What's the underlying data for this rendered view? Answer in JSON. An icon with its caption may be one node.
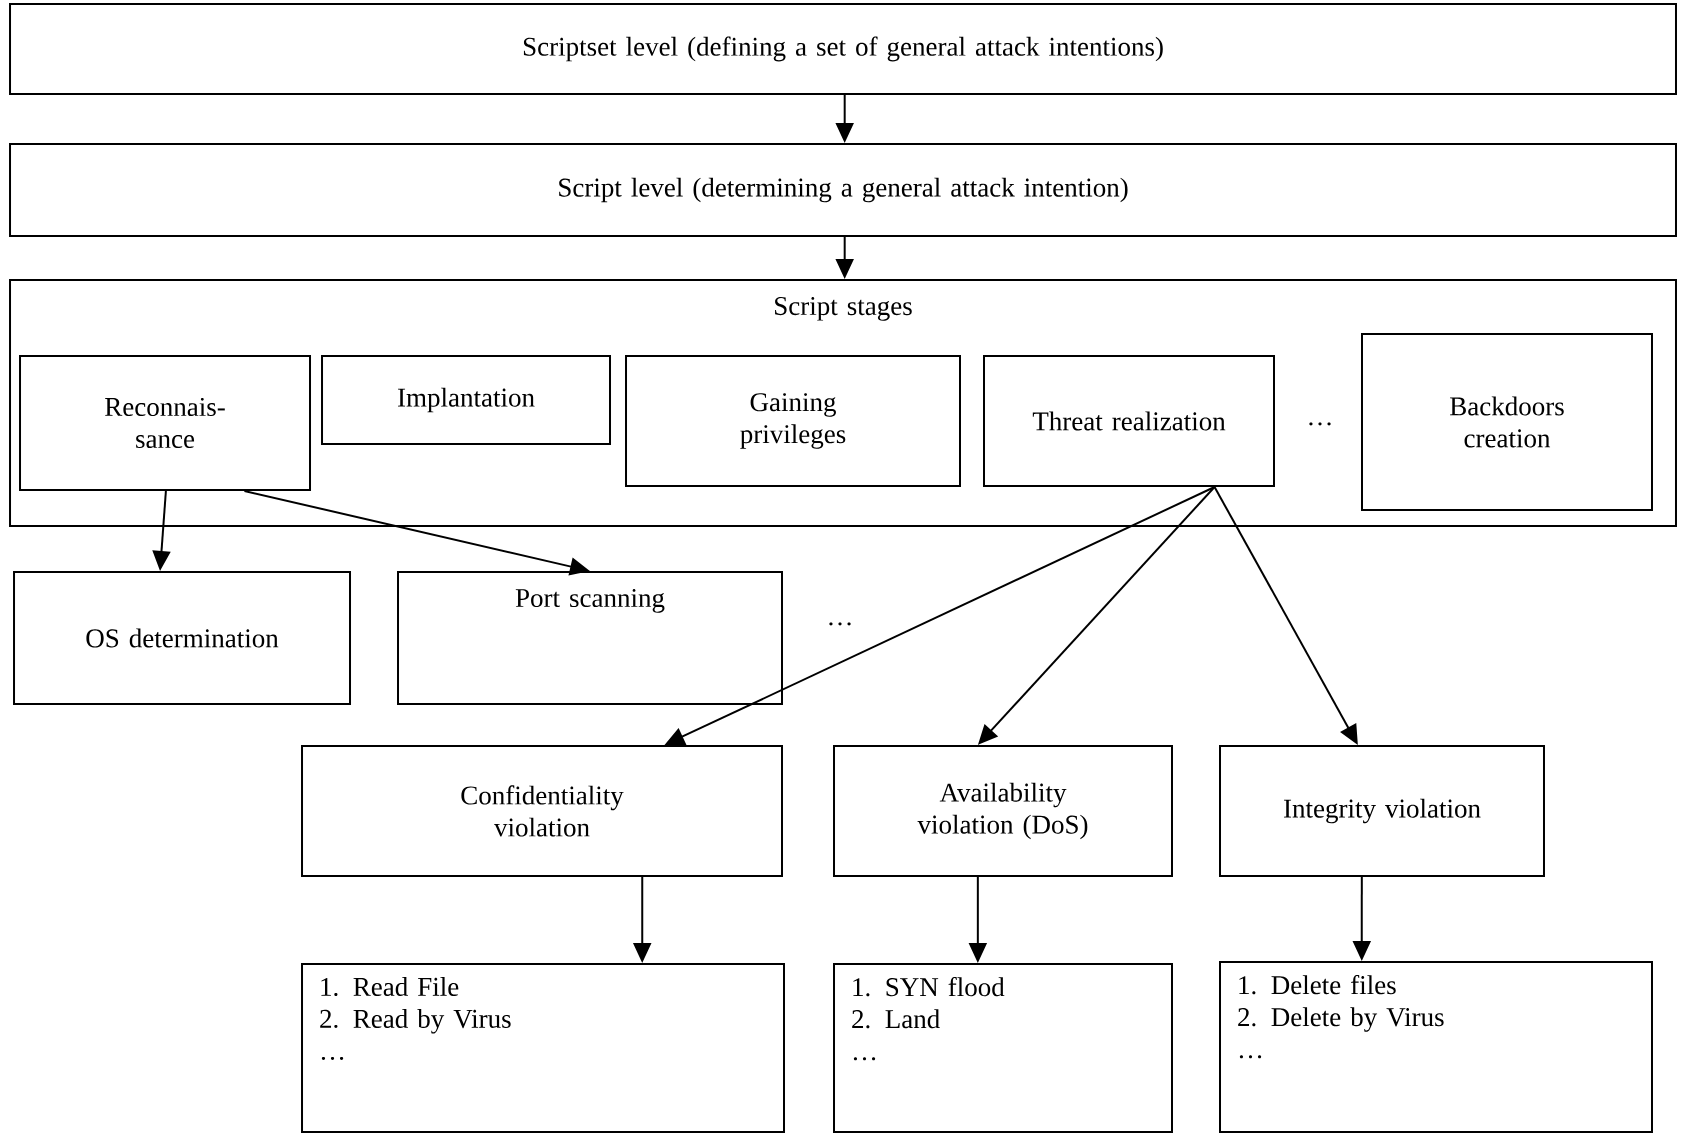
{
  "diagram": {
    "nodes": [
      {
        "text": [
          "Scriptset level (defining a set of general attack intentions)"
        ]
      },
      {
        "text": [
          "Script level (determining a general attack intention)"
        ]
      },
      {
        "text": [
          "Script stages"
        ]
      },
      {
        "text": [
          "Reconnais- sance"
        ],
        "in": 2
      },
      {
        "text": [
          "Implantation"
        ],
        "in": 2
      },
      {
        "text": [
          "Gaining privileges"
        ],
        "in": 2
      },
      {
        "text": [
          "Threat realization"
        ],
        "in": 2
      },
      {
        "text": [
          "Backdoors creation"
        ],
        "in": 2
      },
      {
        "text": [
          "OS determination"
        ]
      },
      {
        "text": [
          "Port scanning"
        ]
      },
      {
        "text": [
          "Confidentiality violation"
        ]
      },
      {
        "text": [
          "Availability violation (DoS)"
        ]
      },
      {
        "text": [
          "Integrity violation"
        ]
      },
      {
        "text": [
          "1. Read File",
          "2. Read by Virus",
          "…"
        ]
      },
      {
        "text": [
          "1. SYN flood",
          "2. Land",
          "…"
        ]
      },
      {
        "text": [
          "1. Delete files",
          "2. Delete by Virus",
          "…"
        ]
      }
    ],
    "edges": [
      {
        "from": 0,
        "to": 1,
        "arrow": "to"
      },
      {
        "from": 1,
        "to": 2,
        "arrow": "to"
      },
      {
        "from": 3,
        "to": 8,
        "arrow": "to"
      },
      {
        "from": 3,
        "to": 9,
        "arrow": "to"
      },
      {
        "from": 6,
        "to": 10,
        "arrow": "to"
      },
      {
        "from": 6,
        "to": 11,
        "arrow": "to"
      },
      {
        "from": 6,
        "to": 12,
        "arrow": "to"
      },
      {
        "from": 10,
        "to": 13,
        "arrow": "to"
      },
      {
        "from": 11,
        "to": 14,
        "arrow": "to"
      },
      {
        "from": 12,
        "to": 15,
        "arrow": "to"
      }
    ],
    "labels": [
      "…",
      "…"
    ]
  }
}
